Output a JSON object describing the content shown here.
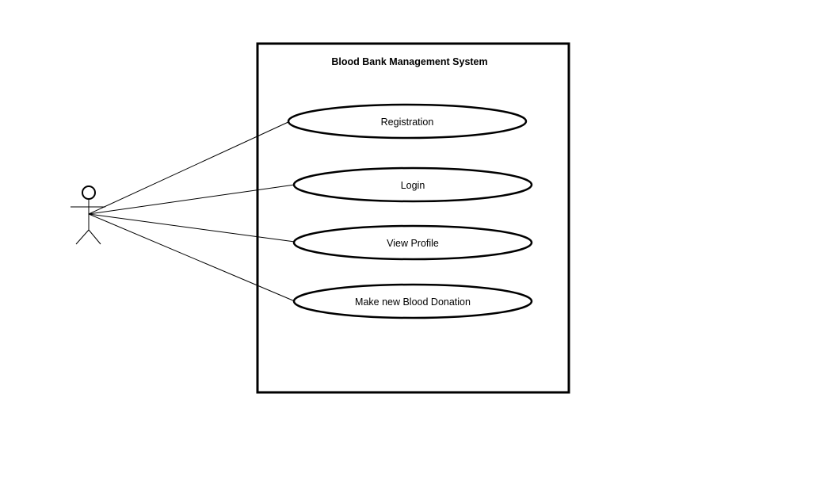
{
  "system": {
    "title": "Blood Bank Management System"
  },
  "use_cases": [
    {
      "id": "registration",
      "label": "Registration"
    },
    {
      "id": "login",
      "label": "Login"
    },
    {
      "id": "view-profile",
      "label": "View Profile"
    },
    {
      "id": "make-new-blood-donation",
      "label": "Make new Blood Donation"
    }
  ],
  "colors": {
    "stroke": "#000000",
    "background": "#ffffff"
  }
}
